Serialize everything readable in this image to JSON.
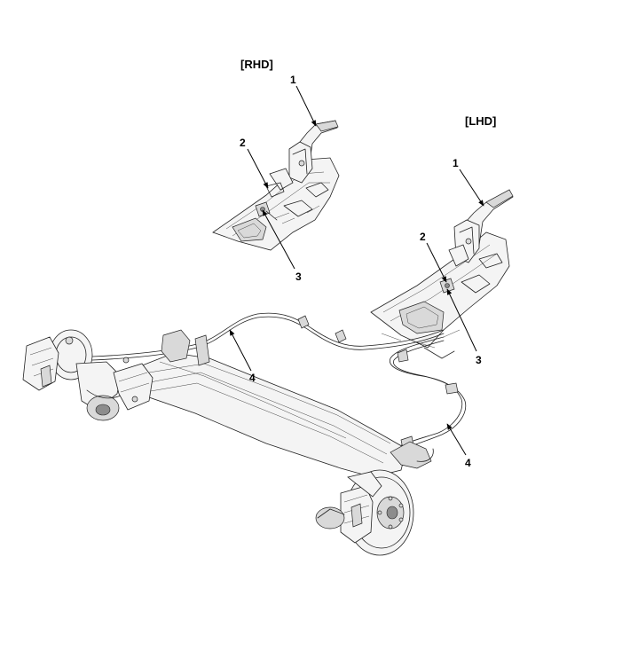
{
  "variants": [
    {
      "id": "rhd",
      "tag": "[RHD]"
    },
    {
      "id": "lhd",
      "tag": "[LHD]"
    }
  ],
  "callouts": {
    "rhd": [
      "1",
      "2",
      "3"
    ],
    "lhd": [
      "1",
      "2",
      "3"
    ],
    "cables": [
      "4",
      "4"
    ]
  },
  "components_shown": [
    "parking-brake-lever",
    "lever-bracket",
    "cable-equalizer",
    "parking-brake-cable",
    "rear-axle-beam",
    "rear-brake-caliper",
    "rear-brake-disc"
  ]
}
